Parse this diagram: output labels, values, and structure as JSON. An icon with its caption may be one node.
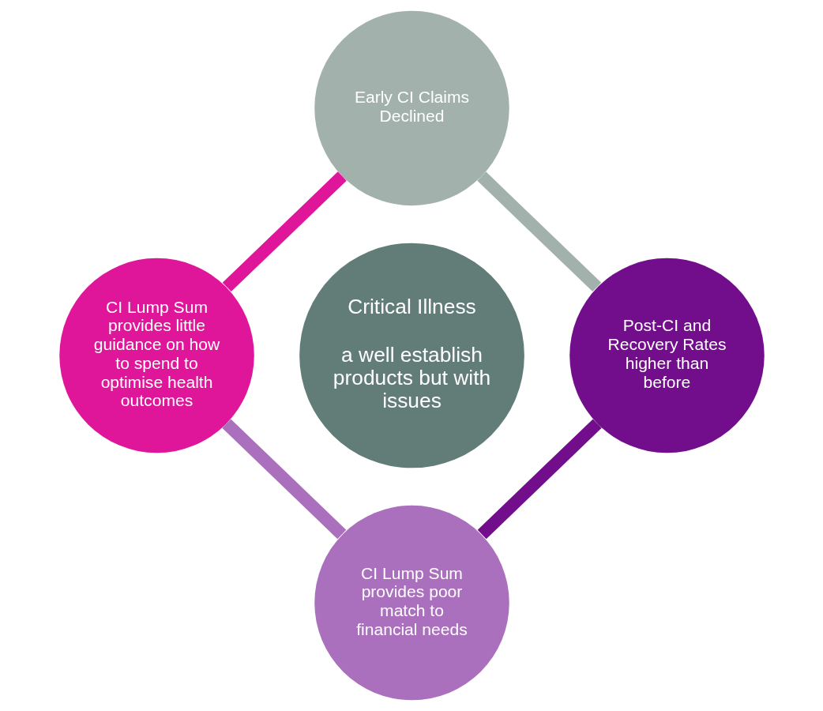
{
  "diagram": {
    "nodes": [
      {
        "text": [
          "Critical Illness",
          "a well establish products but with issues"
        ]
      },
      {
        "text": [
          "Early CI Claims Declined"
        ]
      },
      {
        "text": [
          "Post-CI and Recovery Rates higher than before"
        ]
      },
      {
        "text": [
          "CI Lump Sum provides poor match to financial needs"
        ]
      },
      {
        "text": [
          "CI Lump Sum provides little guidance on how to spend to optimise health outcomes"
        ]
      }
    ],
    "edges": [
      {
        "from": 1,
        "to": 2,
        "arrow": "none",
        "color": "#a2b1ac"
      },
      {
        "from": 2,
        "to": 3,
        "arrow": "none",
        "color": "#720e8c"
      },
      {
        "from": 3,
        "to": 4,
        "arrow": "none",
        "color": "#aa70bd"
      },
      {
        "from": 4,
        "to": 1,
        "arrow": "none",
        "color": "#e0169a"
      }
    ]
  }
}
